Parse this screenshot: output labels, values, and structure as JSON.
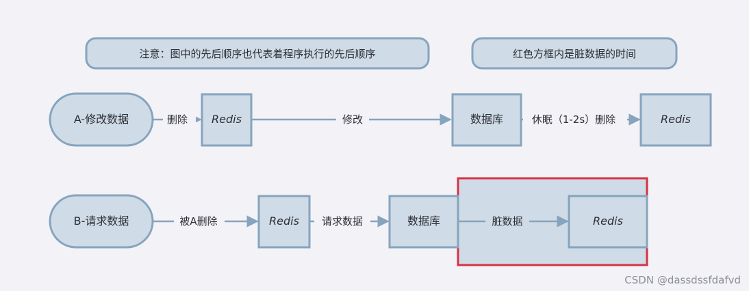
{
  "notes": {
    "order_note": "注意：图中的先后顺序也代表着程序执行的先后顺序",
    "red_box_note": "红色方框内是脏数据的时间"
  },
  "row_a": {
    "start": "A-修改数据",
    "edge_delete_1": "删除",
    "redis_1": "Redis",
    "edge_modify": "修改",
    "db": "数据库",
    "edge_sleep_delete": "休眠（1-2s）删除",
    "redis_2": "Redis"
  },
  "row_b": {
    "start": "B-请求数据",
    "edge_deleted_by_a": "被A删除",
    "redis_1": "Redis",
    "edge_request": "请求数据",
    "db": "数据库",
    "edge_dirty": "脏数据",
    "redis_2": "Redis"
  },
  "colors": {
    "box_fill": "#cfdbe6",
    "box_stroke": "#86a4be",
    "highlight_stroke": "#d63145",
    "arrow": "#86a4be"
  },
  "watermark": "CSDN @dassdssfdafvd"
}
